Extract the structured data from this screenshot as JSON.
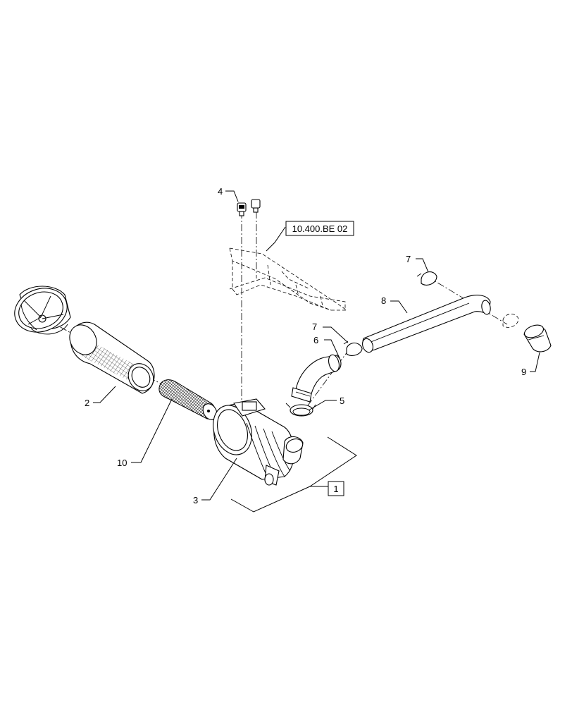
{
  "diagram": {
    "reference_label": "10.400.BE 02",
    "group_label": "1",
    "callouts": {
      "c2": "2",
      "c3": "3",
      "c4": "4",
      "c5": "5",
      "c6": "6",
      "c7a": "7",
      "c7b": "7",
      "c8": "8",
      "c9": "9",
      "c10": "10"
    }
  }
}
